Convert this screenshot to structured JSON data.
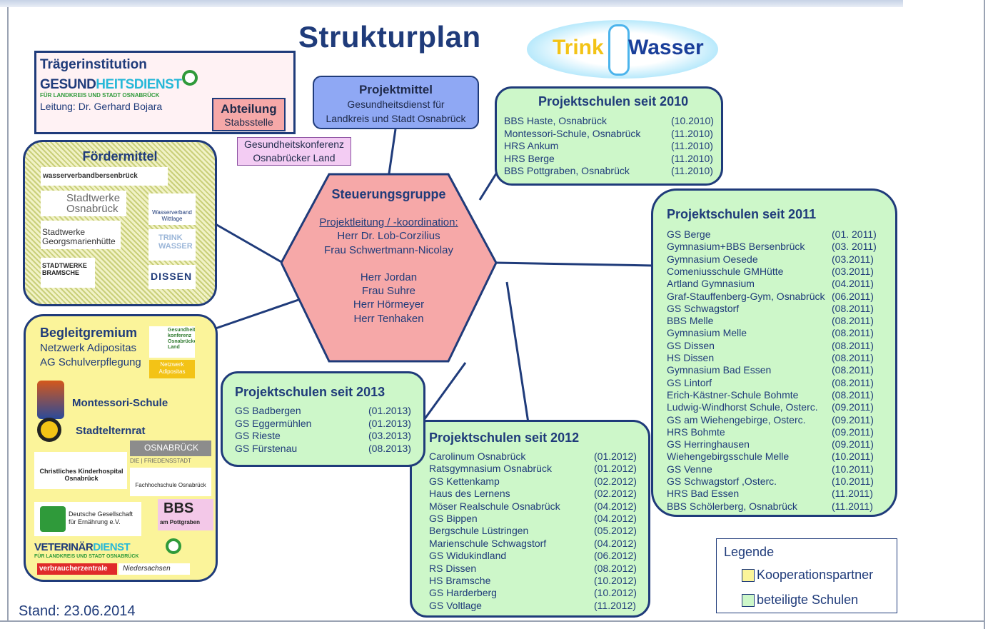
{
  "title": "Strukturplan",
  "logo": {
    "trink": "Trink",
    "wasser": "Wasser"
  },
  "traeger": {
    "heading": "Trägerinstitution",
    "logo_main_a": "GESUND",
    "logo_main_b": "HEITSDIENST",
    "logo_sub": "FÜR LANDKREIS UND STADT OSNABRÜCK",
    "leitung": "Leitung: Dr. Gerhard Bojara",
    "abteilung_title": "Abteilung",
    "abteilung_sub": "Stabsstelle"
  },
  "projektmittel": {
    "title": "Projektmittel",
    "line1": "Gesundheitsdienst für",
    "line2": "Landkreis und Stadt Osnabrück"
  },
  "gesundheitskonferenz": {
    "line1": "Gesundheitskonferenz",
    "line2": "Osnabrücker Land"
  },
  "foerdermittel": {
    "heading": "Fördermittel",
    "logos": [
      "wasserverbandbersenbrück",
      "Stadtwerke Osnabrück",
      "Wasserverband Wittlage",
      "Stadtwerke Georgsmarienhütte",
      "TRINK WASSER",
      "STADTWERKE BRAMSCHE",
      "DISSEN"
    ]
  },
  "begleitgremium": {
    "heading": "Begleitgremium",
    "line1": "Netzwerk Adipositas",
    "line2": "AG Schulverpflegung",
    "gk_logo": "Gesundheits konferenz Osnabrücker Land",
    "na_logo": "Netzwerk Adipositas",
    "montessori": "Montessori-Schule",
    "stadtelternrat": "Stadtelternrat",
    "osnabrueck": "OSNABRÜCK",
    "friedensstadt": "DIE | FRIEDENSSTADT",
    "kinderhospital": "Christliches Kinderhospital Osnabrück",
    "fachhochschule": "Fachhochschule Osnabrück",
    "dge": "Deutsche Gesellschaft für Ernährung e.V.",
    "bbs": "BBS",
    "pottgraben": "am Pottgraben",
    "vet_a": "VETERINÄR",
    "vet_b": "DIENST",
    "vet_sub": "FÜR LANDKREIS UND STADT OSNABRÜCK",
    "verbraucher": "verbraucherzentrale",
    "niedersachsen": "Niedersachsen"
  },
  "steuerungsgruppe": {
    "title": "Steuerungsgruppe",
    "lead_label": "Projektleitung / -koordination:",
    "lead1": "Herr Dr. Lob-Corzilius",
    "lead2": "Frau Schwertmann-Nicolay",
    "m1": "Herr Jordan",
    "m2": "Frau Suhre",
    "m3": "Herr Hörmeyer",
    "m4": "Herr Tenhaken"
  },
  "schools_2010": {
    "title": "Projektschulen seit 2010",
    "rows": [
      [
        "BBS Haste, Osnabrück",
        "(10.2010)"
      ],
      [
        "Montessori-Schule, Osnabrück",
        "(11.2010)"
      ],
      [
        "HRS Ankum",
        "(11.2010)"
      ],
      [
        "HRS Berge",
        "(11.2010)"
      ],
      [
        "BBS Pottgraben, Osnabrück",
        "(11.2010)"
      ]
    ]
  },
  "schools_2011": {
    "title": "Projektschulen seit 2011",
    "rows": [
      [
        "GS Berge",
        "(01. 2011)"
      ],
      [
        "Gymnasium+BBS Bersenbrück",
        "(03. 2011)"
      ],
      [
        "Gymnasium Oesede",
        "(03.2011)"
      ],
      [
        "Comeniusschule GMHütte",
        "(03.2011)"
      ],
      [
        "Artland Gymnasium",
        "(04.2011)"
      ],
      [
        "Graf-Stauffenberg-Gym, Osnabrück",
        "(06.2011)"
      ],
      [
        "GS Schwagstorf",
        "(08.2011)"
      ],
      [
        "BBS Melle",
        "(08.2011)"
      ],
      [
        "Gymnasium Melle",
        "(08.2011)"
      ],
      [
        "GS Dissen",
        "(08.2011)"
      ],
      [
        "HS Dissen",
        "(08.2011)"
      ],
      [
        "Gymnasium Bad Essen",
        "(08.2011)"
      ],
      [
        "GS Lintorf",
        "(08.2011)"
      ],
      [
        "Erich-Kästner-Schule Bohmte",
        "(08.2011)"
      ],
      [
        "Ludwig-Windhorst Schule, Osterc.",
        "(09.2011)"
      ],
      [
        "GS am Wiehengebirge, Osterc.",
        "(09.2011)"
      ],
      [
        "HRS Bohmte",
        "(09.2011)"
      ],
      [
        "GS Herringhausen",
        "(09.2011)"
      ],
      [
        "Wiehengebirgsschule Melle",
        "(10.2011)"
      ],
      [
        "GS Venne",
        "(10.2011)"
      ],
      [
        "GS Schwagstorf ,Osterc.",
        "(10.2011)"
      ],
      [
        "HRS Bad Essen",
        "(11.2011)"
      ],
      [
        "BBS Schölerberg, Osnabrück",
        "(11.2011)"
      ]
    ]
  },
  "schools_2012": {
    "title": "Projektschulen seit 2012",
    "rows": [
      [
        "Carolinum Osnabrück",
        "(01.2012)"
      ],
      [
        "Ratsgymnasium Osnabrück",
        "(01.2012)"
      ],
      [
        "GS Kettenkamp",
        "(02.2012)"
      ],
      [
        "Haus des Lernens",
        "(02.2012)"
      ],
      [
        "Möser Realschule Osnabrück",
        "(04.2012)"
      ],
      [
        "GS Bippen",
        "(04.2012)"
      ],
      [
        "Bergschule Lüstringen",
        "(05.2012)"
      ],
      [
        "Marienschule Schwagstorf",
        "(04.2012)"
      ],
      [
        "GS Widukindland",
        "(06.2012)"
      ],
      [
        "RS Dissen",
        "(08.2012)"
      ],
      [
        "HS Bramsche",
        "(10.2012)"
      ],
      [
        "GS Harderberg",
        "(10.2012)"
      ],
      [
        "GS Voltlage",
        "(11.2012)"
      ]
    ]
  },
  "schools_2013": {
    "title": "Projektschulen seit 2013",
    "rows": [
      [
        "GS Badbergen",
        "(01.2013)"
      ],
      [
        "GS Eggermühlen",
        "(01.2013)"
      ],
      [
        "GS Rieste",
        "(03.2013)"
      ],
      [
        "GS Fürstenau",
        "(08.2013)"
      ]
    ]
  },
  "legend": {
    "title": "Legende",
    "items": [
      {
        "label": "Kooperationspartner",
        "color": "#fbf49a"
      },
      {
        "label": "beteiligte Schulen",
        "color": "#cdf7c9"
      }
    ]
  },
  "stand": "Stand: 23.06.2014",
  "colors": {
    "navy": "#1f3b7a",
    "green_box": "#cdf7c9",
    "yellow_box": "#fbf49a",
    "hexagon": "#f6a8a8",
    "projektmittel": "#8fa8f4"
  }
}
